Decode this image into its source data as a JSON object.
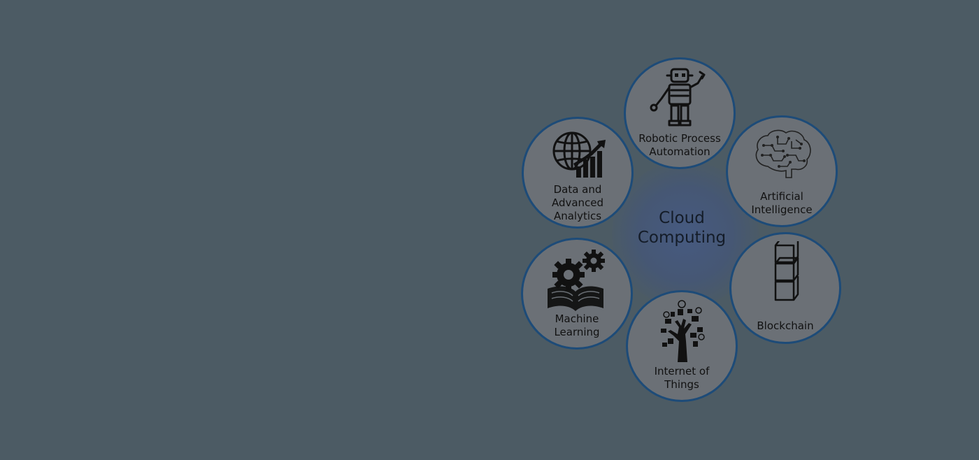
{
  "diagram": {
    "center": {
      "line1": "Cloud",
      "line2": "Computing"
    },
    "nodes": [
      {
        "id": "rpa",
        "line1": "Robotic Process",
        "line2": "Automation",
        "icon": "robot-icon"
      },
      {
        "id": "ai",
        "line1": "Artificial",
        "line2": "Intelligence",
        "icon": "brain-circuit-icon"
      },
      {
        "id": "blockchain",
        "line1": "Blockchain",
        "icon": "stacked-blocks-icon"
      },
      {
        "id": "iot",
        "line1": "Internet of",
        "line2": "Things",
        "icon": "device-tree-icon"
      },
      {
        "id": "ml",
        "line1": "Machine",
        "line2": "Learning",
        "icon": "gears-book-icon"
      },
      {
        "id": "analytics",
        "line1": "Data and",
        "line2": "Advanced",
        "line3": "Analytics",
        "icon": "globe-chart-icon"
      }
    ],
    "colors": {
      "background": "#4c5b64",
      "node_fill": "#6b7076",
      "node_border": "#1d4b78",
      "center_glow": "#465a82"
    }
  }
}
